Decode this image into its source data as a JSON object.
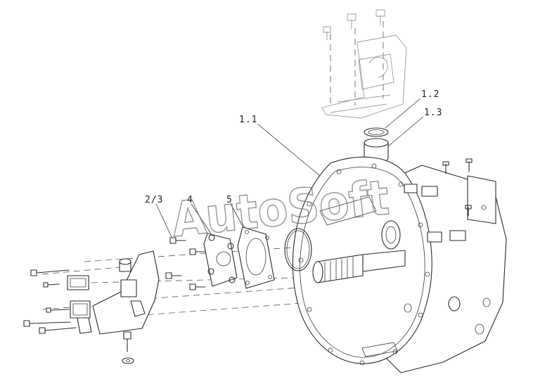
{
  "callouts": {
    "c1_1": "1.1",
    "c1_2": "1.2",
    "c1_3": "1.3",
    "c2_3": "2/3",
    "c4": "4",
    "c5": "5"
  },
  "watermark": "AutoSoft",
  "colors": {
    "line": "#2a2a2a",
    "watermark": "#7a7a7a",
    "background": "#ffffff"
  }
}
